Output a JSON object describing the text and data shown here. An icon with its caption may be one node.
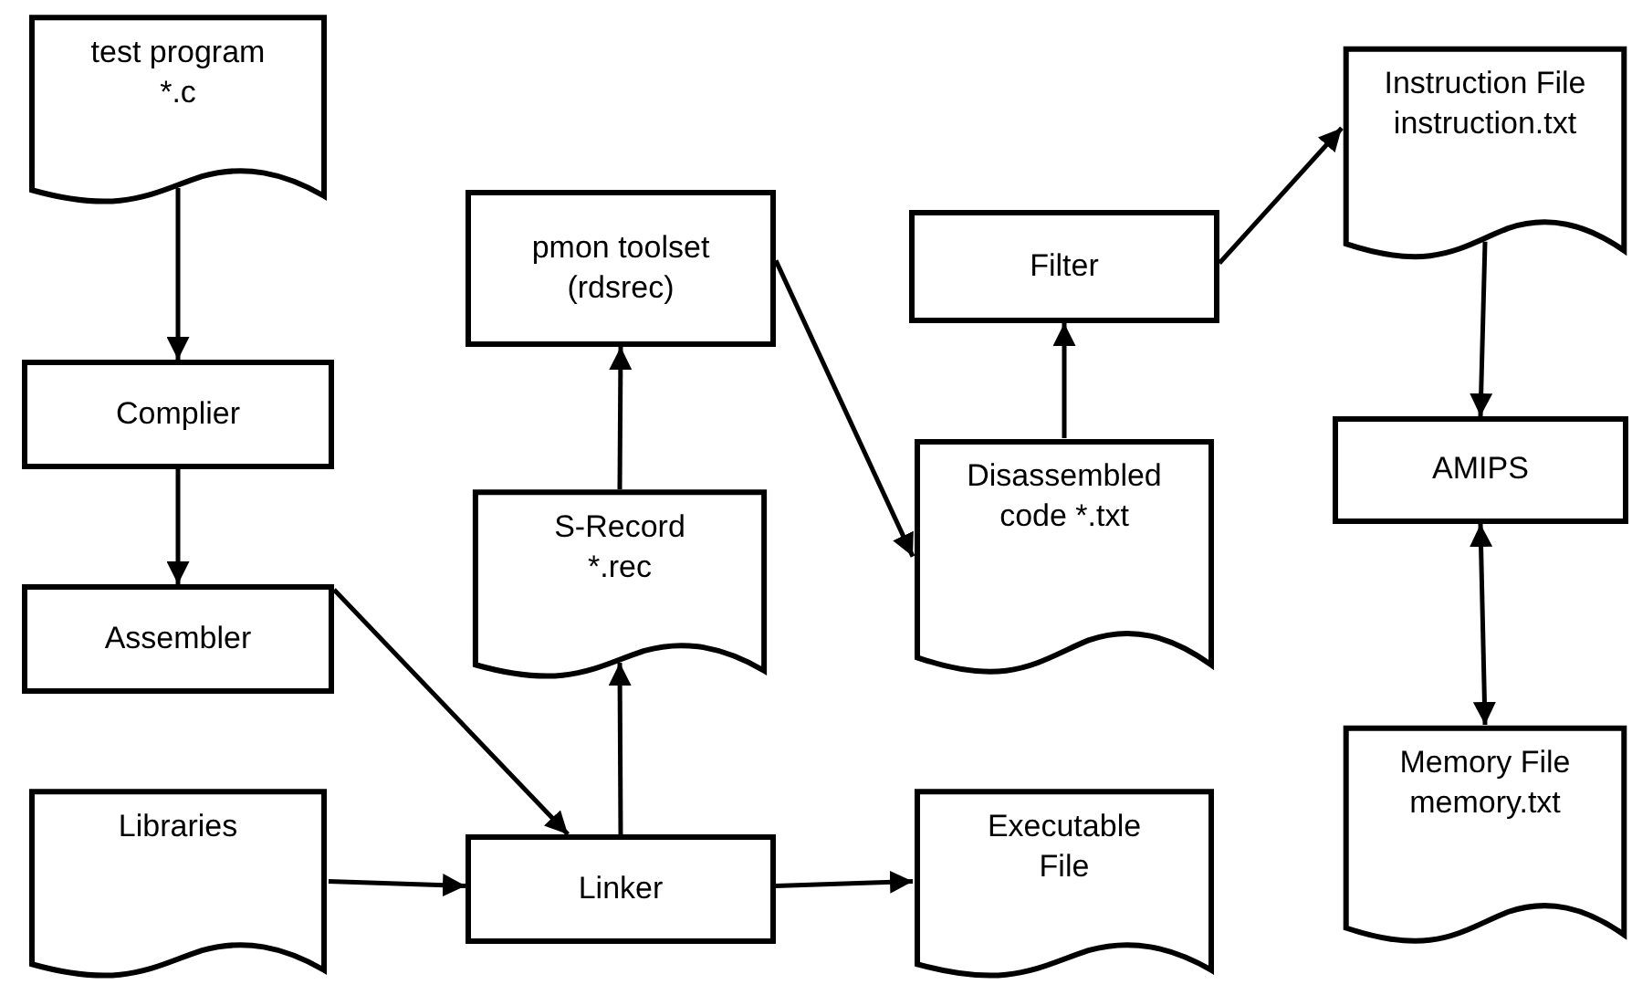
{
  "diagram": {
    "nodes": [
      {
        "text": [
          "test program *.c"
        ]
      },
      {
        "text": [
          "Complier"
        ]
      },
      {
        "text": [
          "Assembler"
        ]
      },
      {
        "text": [
          "Libraries"
        ]
      },
      {
        "text": [
          "Linker"
        ]
      },
      {
        "text": [
          "S-Record *.rec"
        ]
      },
      {
        "text": [
          "pmon toolset (rdsrec)"
        ]
      },
      {
        "text": [
          "Disassembled code *.txt"
        ]
      },
      {
        "text": [
          "Filter"
        ]
      },
      {
        "text": [
          "Executable File"
        ]
      },
      {
        "text": [
          "Instruction File instruction.txt"
        ]
      },
      {
        "text": [
          "AMIPS"
        ]
      },
      {
        "text": [
          "Memory File memory.txt"
        ]
      }
    ],
    "edges": [
      {
        "from": 0,
        "to": 1,
        "arrow": "to"
      },
      {
        "from": 1,
        "to": 2,
        "arrow": "to"
      },
      {
        "from": 2,
        "to": 4,
        "arrow": "to"
      },
      {
        "from": 3,
        "to": 4,
        "arrow": "to"
      },
      {
        "from": 4,
        "to": 5,
        "arrow": "to"
      },
      {
        "from": 5,
        "to": 6,
        "arrow": "to"
      },
      {
        "from": 6,
        "to": 7,
        "arrow": "to"
      },
      {
        "from": 7,
        "to": 8,
        "arrow": "to"
      },
      {
        "from": 8,
        "to": 10,
        "arrow": "to"
      },
      {
        "from": 4,
        "to": 9,
        "arrow": "to"
      },
      {
        "from": 10,
        "to": 11,
        "arrow": "to"
      },
      {
        "from": 11,
        "to": 12,
        "arrow": "both"
      }
    ]
  }
}
